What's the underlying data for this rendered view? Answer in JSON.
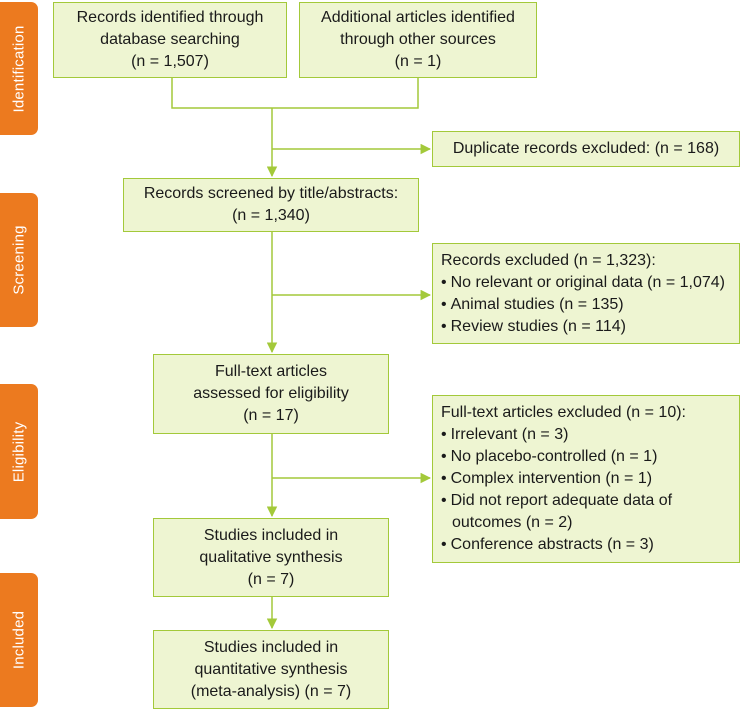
{
  "phases": {
    "identification": "Identification",
    "screening": "Screening",
    "eligibility": "Eligibility",
    "included": "Included"
  },
  "boxes": {
    "records_identified": {
      "lines": [
        "Records identified through",
        "database searching",
        "(n = 1,507)"
      ]
    },
    "additional_articles": {
      "lines": [
        "Additional articles identified",
        "through other sources",
        "(n = 1)"
      ]
    },
    "duplicates_excluded": {
      "lines": [
        "Duplicate records excluded: (n = 168)"
      ]
    },
    "records_screened": {
      "lines": [
        "Records screened by title/abstracts:",
        "(n = 1,340)"
      ]
    },
    "records_excluded": {
      "heading": "Records excluded (n = 1,323):",
      "items": [
        "No relevant or original data (n = 1,074)",
        "Animal studies  (n = 135)",
        "Review studies  (n = 114)"
      ]
    },
    "fulltext_assessed": {
      "lines": [
        "Full-text articles",
        "assessed for eligibility",
        "(n = 17)"
      ]
    },
    "fulltext_excluded": {
      "heading": "Full-text articles excluded (n = 10):",
      "items": [
        "Irrelevant (n = 3)",
        "No placebo-controlled (n = 1)",
        "Complex intervention (n = 1)",
        "Did not report adequate data of",
        "Conference abstracts (n = 3)"
      ],
      "item3_continuation": "outcomes (n = 2)"
    },
    "qualitative": {
      "lines": [
        "Studies included in",
        "qualitative synthesis",
        "(n = 7)"
      ]
    },
    "quantitative": {
      "lines": [
        "Studies included in",
        "quantitative synthesis",
        "(meta-analysis) (n = 7)"
      ]
    }
  },
  "bullet_glyph": "•",
  "colors": {
    "phase_bar": "#ec7a1f",
    "box_fill": "#eef5d2",
    "box_border": "#a3c93a",
    "connector": "#a3c93a"
  }
}
